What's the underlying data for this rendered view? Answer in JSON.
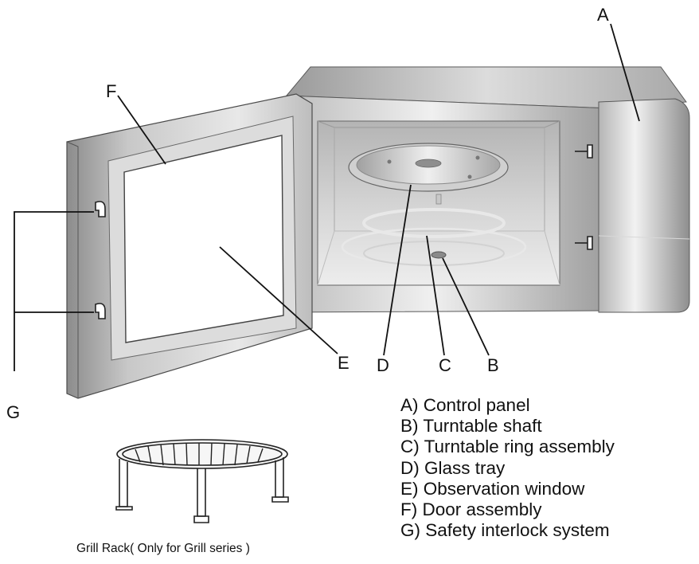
{
  "callouts": {
    "a": "A",
    "b": "B",
    "c": "C",
    "d": "D",
    "e": "E",
    "f": "F",
    "g": "G"
  },
  "legend": [
    "A) Control panel",
    "B) Turntable shaft",
    "C) Turntable ring assembly",
    "D) Glass tray",
    "E) Observation window",
    "F) Door assembly",
    "G) Safety interlock system"
  ],
  "rack_caption": "Grill Rack( Only for Grill series )",
  "colors": {
    "ink": "#111111",
    "body_light": "#e6e6e6",
    "body_dark": "#8a8a8a",
    "cavity": "#c4c4c4"
  }
}
